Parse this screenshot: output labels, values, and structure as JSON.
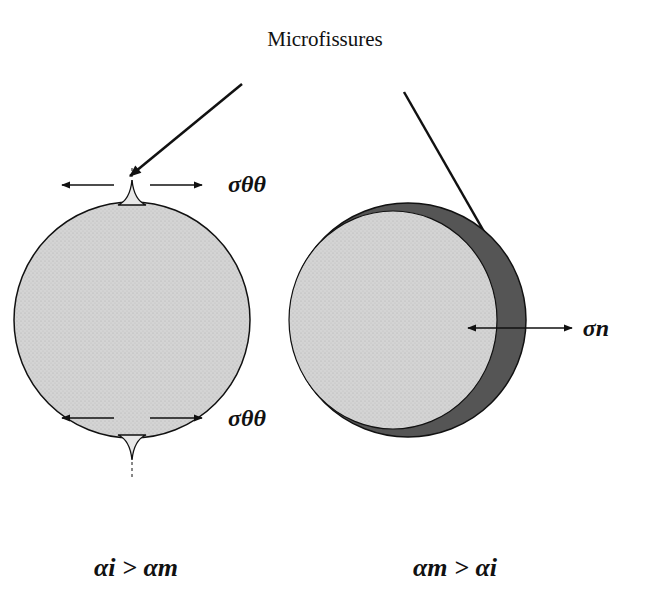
{
  "diagram": {
    "labels": [
      "Microfissures",
      "σθθ",
      "σθθ",
      "σn",
      "αi > αm",
      "αm > αi"
    ]
  }
}
